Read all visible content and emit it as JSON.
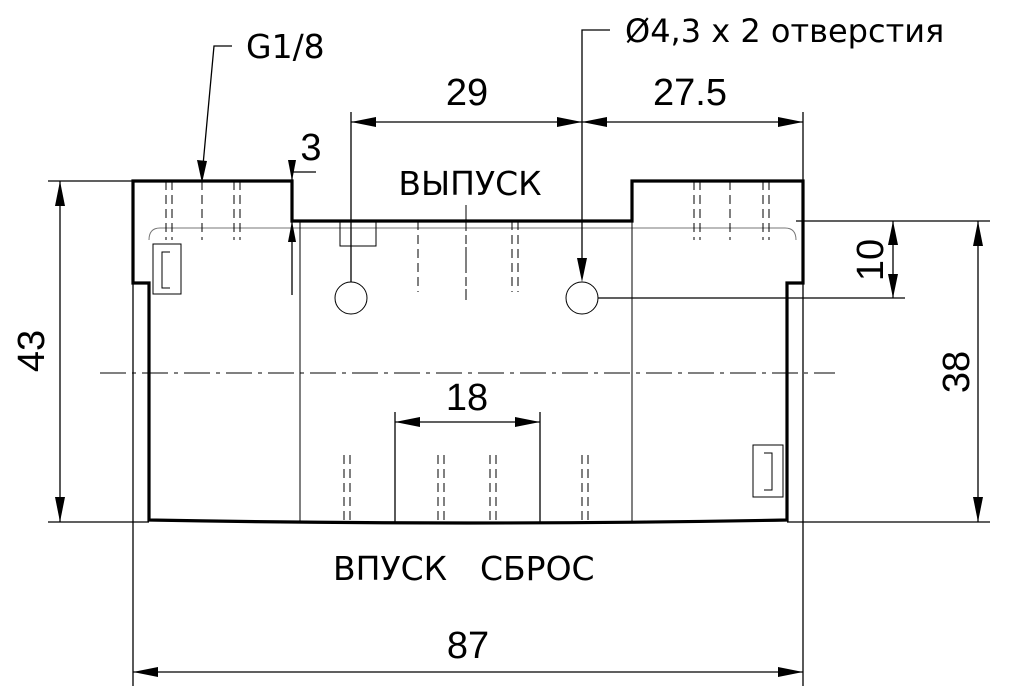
{
  "annotations": {
    "thread": "G1/8",
    "holes": "Ø4,3 x 2 отверстия"
  },
  "dimensions": {
    "d29": "29",
    "d27_5": "27.5",
    "d3": "3",
    "d10": "10",
    "d43": "43",
    "d38": "38",
    "d18": "18",
    "d87": "87"
  },
  "ports": {
    "outlet": "ВЫПУСК",
    "inlet": "ВПУСК",
    "exhaust": "СБРОС"
  }
}
